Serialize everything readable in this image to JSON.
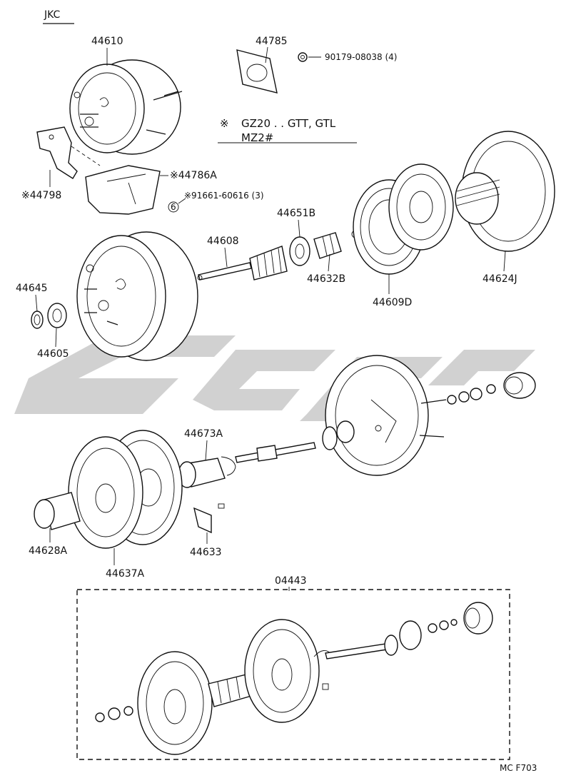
{
  "header": {
    "code": "JKC"
  },
  "note": {
    "symbol": "※",
    "line1": "GZ20 . . GTT, GTL",
    "line2": "MZ2#"
  },
  "labels": {
    "p44610": "44610",
    "p44785": "44785",
    "p90179": "90179-08038 (4)",
    "p44786A": "※44786A",
    "p44798": "※44798",
    "p91661": "※91661-60616 (3)",
    "p44651B": "44651B",
    "p44608": "44608",
    "p44632B": "44632B",
    "p44609D": "44609D",
    "p44624J": "44624J",
    "p44645": "44645",
    "p44605": "44605",
    "p44673A": "44673A",
    "p44628A": "44628A",
    "p44637A": "44637A",
    "p44633": "44633",
    "p04443": "04443",
    "circle6": "6"
  },
  "footer": {
    "code": "MC F703"
  },
  "colors": {
    "line": "#111111",
    "watermark": "#c9c9c9",
    "background": "#ffffff"
  }
}
